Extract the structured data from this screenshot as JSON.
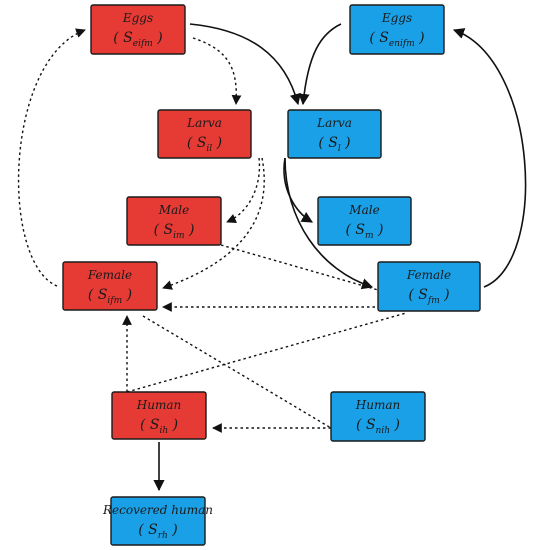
{
  "colors": {
    "infected_fill": "#e63a35",
    "susceptible_fill": "#1aa0e6",
    "border": "#1a1a1a",
    "edge": "#111111"
  },
  "nodes": {
    "infected_eggs": {
      "label": "Eggs",
      "symbol": "S",
      "subscript": "eifm",
      "kind": "infected"
    },
    "susceptible_eggs": {
      "label": "Eggs",
      "symbol": "S",
      "subscript": "enifm",
      "kind": "susceptible"
    },
    "infected_larva": {
      "label": "Larva",
      "symbol": "S",
      "subscript": "il",
      "kind": "infected"
    },
    "susceptible_larva": {
      "label": "Larva",
      "symbol": "S",
      "subscript": "l",
      "kind": "susceptible"
    },
    "infected_male": {
      "label": "Male",
      "symbol": "S",
      "subscript": "im",
      "kind": "infected"
    },
    "susceptible_male": {
      "label": "Male",
      "symbol": "S",
      "subscript": "m",
      "kind": "susceptible"
    },
    "infected_female": {
      "label": "Female",
      "symbol": "S",
      "subscript": "ifm",
      "kind": "infected"
    },
    "susceptible_female": {
      "label": "Female",
      "symbol": "S",
      "subscript": "fm",
      "kind": "susceptible"
    },
    "infected_human": {
      "label": "Human",
      "symbol": "S",
      "subscript": "ih",
      "kind": "infected"
    },
    "susceptible_human": {
      "label": "Human",
      "symbol": "S",
      "subscript": "nih",
      "kind": "susceptible"
    },
    "recovered_human": {
      "label": "Recovered human",
      "symbol": "S",
      "subscript": "rh",
      "kind": "susceptible"
    }
  },
  "edges": [
    {
      "from": "infected_eggs",
      "to": "infected_larva",
      "style": "dotted"
    },
    {
      "from": "infected_eggs",
      "to": "susceptible_larva",
      "style": "solid"
    },
    {
      "from": "susceptible_eggs",
      "to": "susceptible_larva",
      "style": "solid"
    },
    {
      "from": "infected_larva",
      "to": "infected_male",
      "style": "dotted"
    },
    {
      "from": "infected_larva",
      "to": "infected_female",
      "style": "dotted"
    },
    {
      "from": "susceptible_larva",
      "to": "susceptible_male",
      "style": "solid"
    },
    {
      "from": "susceptible_larva",
      "to": "susceptible_female",
      "style": "solid"
    },
    {
      "from": "susceptible_female",
      "to": "susceptible_eggs",
      "style": "solid"
    },
    {
      "from": "infected_female",
      "to": "infected_eggs",
      "style": "dotted"
    },
    {
      "from": "susceptible_female",
      "to": "infected_female",
      "style": "dotted"
    },
    {
      "from": "infected_male",
      "to": "susceptible_female",
      "style": "dotted",
      "arrow": false
    },
    {
      "from": "infected_human",
      "to": "susceptible_female",
      "style": "dotted",
      "arrow": false
    },
    {
      "from": "infected_human",
      "to": "infected_female",
      "style": "dotted"
    },
    {
      "from": "infected_female",
      "to": "susceptible_human",
      "style": "dotted",
      "arrow": false
    },
    {
      "from": "susceptible_human",
      "to": "infected_human",
      "style": "dotted"
    },
    {
      "from": "infected_human",
      "to": "recovered_human",
      "style": "solid"
    }
  ]
}
